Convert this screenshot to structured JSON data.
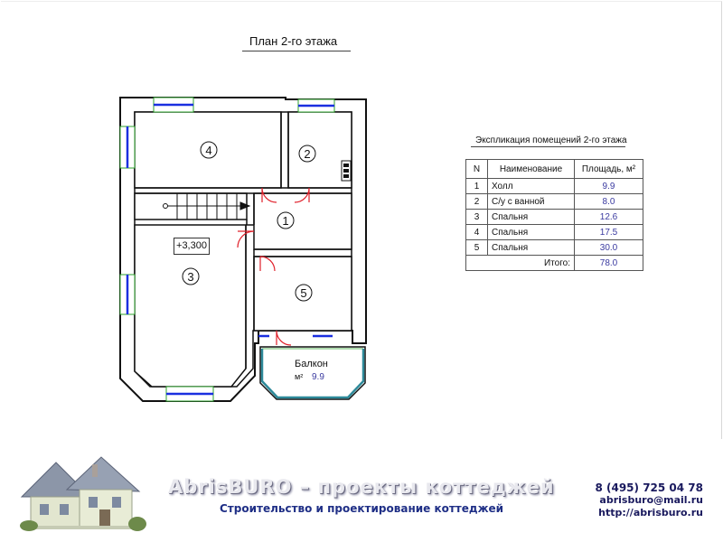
{
  "plan": {
    "title": "План 2-го этажа",
    "rooms": [
      {
        "id": "1",
        "label": "1"
      },
      {
        "id": "2",
        "label": "2"
      },
      {
        "id": "3",
        "label": "3"
      },
      {
        "id": "4",
        "label": "4"
      },
      {
        "id": "5",
        "label": "5"
      }
    ],
    "level_mark": "+3,300",
    "balcony": {
      "label": "Балкон",
      "unit": "м²",
      "area": "9.9"
    },
    "colors": {
      "wall_fill": "#ffffff",
      "wall_stroke": "#111111",
      "window": "#1a2fe0",
      "window_outline": "#2ea02e",
      "door": "#e0202a"
    }
  },
  "explication": {
    "title": "Экспликация помещений 2-го этажа",
    "headers": {
      "num": "N",
      "name": "Наименование",
      "area": "Площадь, м²"
    },
    "rows": [
      {
        "num": "1",
        "name": "Холл",
        "area": "9.9"
      },
      {
        "num": "2",
        "name": "С/у с ванной",
        "area": "8.0"
      },
      {
        "num": "3",
        "name": "Спальня",
        "area": "12.6"
      },
      {
        "num": "4",
        "name": "Спальня",
        "area": "17.5"
      },
      {
        "num": "5",
        "name": "Спальня",
        "area": "30.0"
      }
    ],
    "total_label": "Итого:",
    "total_value": "78.0"
  },
  "footer": {
    "brand": "AbrisBURO – проекты коттеджей",
    "tagline": "Строительство и проектирование коттеджей",
    "phone": "8 (495) 725 04 78",
    "email": "abrisburo@mail.ru",
    "site": "http://abrisburo.ru"
  }
}
